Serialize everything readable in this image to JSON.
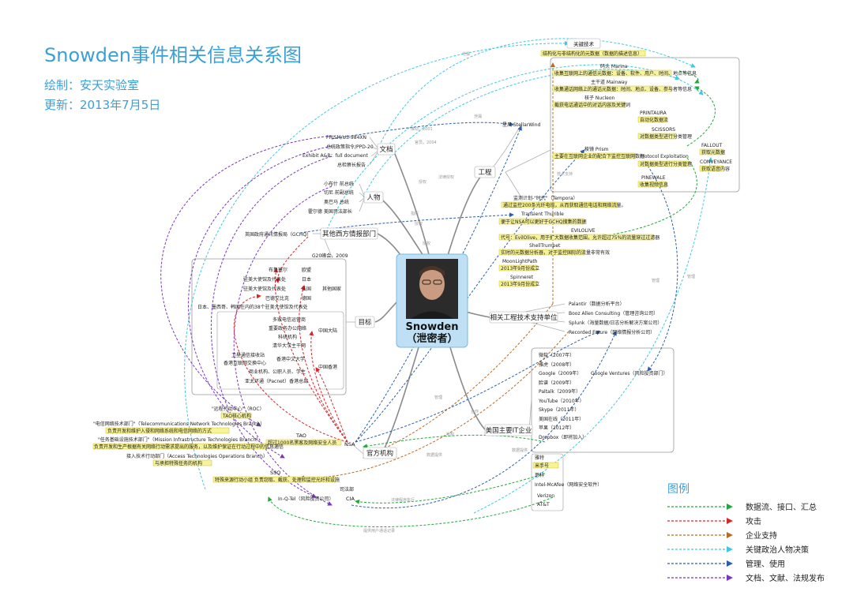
{
  "header": {
    "title": "Snowden事件相关信息关系图",
    "author": "绘制：安天实验室",
    "updated": "更新：2013年7月5日"
  },
  "center": {
    "name": "Snowden",
    "alias": "（泄密者）"
  },
  "categories": {
    "docs": "文档",
    "people": "人物",
    "intel": "其他西方情报部门",
    "targets": "目标",
    "agencies": "官方机构",
    "it": "美国主要IT企业",
    "contractors": "相关工程技术支持单位",
    "projects": "工程"
  },
  "docs": {
    "items": [
      "PRISM/US-984XN",
      "总统政策指令/PPD-20",
      "Exhibit A&B：full document",
      "总检察长报告"
    ]
  },
  "people": {
    "items": [
      "小布什 前总统",
      "切尼 前副总统",
      "奥巴马 总统",
      "霍尔德 美国司法部长"
    ]
  },
  "intel": {
    "gchq": "英国政府通讯情报局（GCHQ）",
    "g20": "G20峰会，2009"
  },
  "targets": {
    "group1": [
      "布鲁塞尔",
      "欧盟",
      "驻美大使馆及代表处",
      "日本",
      "驻美大使馆及代表处",
      "法国",
      "其他国家",
      "巴德艾比克",
      "德国",
      "日本、墨西哥、韩国在内的38个驻美大使馆及代表处"
    ],
    "group2": [
      "多家电信运营商",
      "重要政务办公网络",
      "科研机构",
      "中国大陆",
      "清华大学主干网",
      "卫星通信接收站",
      "香港中文大学",
      "香港互联网交换中心",
      "中国香港",
      "商业机构、公职人员、学生",
      "亚太环通（Pacnet）香港总部"
    ]
  },
  "agencies": {
    "nsa": "NSA",
    "roc": "\"远程行动中心\"（ROC）",
    "roc_note": "TAO核心机构",
    "tnt": "\"电信网络技术部门\"（Telecommunications Network Technologies Branch）",
    "tnt_note": "负责开发和维护入侵和网络系统和电信网络的方式",
    "tao": "TAO",
    "tao_note": "超过1000名黑客及网络安全人员",
    "mit": "\"任务基础设施技术部门\"（Mission Infrastructure Technologies Branch）",
    "mit_note": "负责开发和生产根据有关网络行动需求提出的服务，以及维护保证在行动过程中的信息通信",
    "ato": "接入技术行动部门（Access Technologies Operations Branch）",
    "ato_note": "与承担特殊任务的机构",
    "sso": "SSO",
    "sso_note": "特殊来源行动小组 负责窃取、截获、处理和监控光纤和设施",
    "fbi": "司法部",
    "iqt": "In-Q-Tel（风险投资公司）",
    "cia": "CIA"
  },
  "it": {
    "items": [
      "微软（2007年）",
      "雅虎（2008年）",
      "Google（2009年）",
      "Google Ventures（风险投资部门）",
      "脸谱（2009年）",
      "Paltalk（2009年）",
      "YouTube（2010年）",
      "Skype（2011年）",
      "美国在线（2011年）",
      "苹果（2012年）",
      "Dropbox（即将加入）"
    ],
    "others": [
      "雅特",
      "米手号",
      "思科",
      "Intel-McAfee（网络安全软件）",
      "Verizon",
      "AT&T"
    ]
  },
  "contractors": {
    "items": [
      "Palantir（数据分析平台）",
      "Booz Allen Consulting（管理咨询公司）",
      "Splunk（海量数据/日志分析解决方案公司）",
      "Recorded Future（网络情报分析公司）"
    ]
  },
  "projects": {
    "key_tech": "关键技术",
    "key_tech_note": "结构化与非结构化的元数据（数据的描述信息）",
    "marina": "码头 Marina",
    "marina_note": "收集互联网上的通信元数据：设备、软件、用户、时间、地点等信息",
    "mainway": "主干道 Mainway",
    "mainway_note": "收集通话网络上的通话元数据：时间、地点、设备、参与者等信息",
    "nucleon": "核子 Nucleon",
    "nucleon_note": "截获电话通话中的对话内容及关键词",
    "stellarwind": "星风 StellarWind",
    "prism": "棱镜 Prism",
    "prism_note": "主要在互联网企业的配合下监控互联网数据",
    "printaura": "PRINTAURA",
    "printaura_note": "自动化数据流",
    "scissors": "SCISSORS",
    "scissors_note": "对数据类型进行分类管理",
    "protocol": "Protocol Exploitation",
    "protocol_note": "对数据类型进行分类管理",
    "fallout": "FALLOUT",
    "fallout_note": "获取元数据",
    "conveyance": "CONVEYANCE",
    "conveyance_note": "获取语音内容",
    "pinewale": "PINEWALE",
    "pinewale_note": "收集视频信息",
    "tempora": "监测计划-\"时代\"（Tempora）",
    "tempora_note": "通过监控200条光纤电缆，从而获取通信电话和网络流量。",
    "turbine": "Transient Thurible",
    "turbine_note": "便于让NSA可以更好于GCHQ搜集的数据",
    "evilolive": "EVILOLIVE",
    "evilolive_note": "代号：EvilOlive，用于扩大数据收集范围，允许超过75%的流量穿过过滤器",
    "shelltrumpet": "ShellTrumpet",
    "shelltrumpet_note": "实时的元数据分析器，对于监控国际的流量非常有效",
    "moonlightpath": "MoonLightPath",
    "moonlightpath_note": "2013年9月份成立",
    "spinneret": "Spinneret",
    "spinneret_note": "2013年9月份成立",
    "works": "工程"
  },
  "edge_labels": [
    "泄漏",
    "授权",
    "推动，2001",
    "官员，2004",
    "法律授权",
    "指挥",
    "授权",
    "授权",
    "合作",
    "管理",
    "授权",
    "技术支持",
    "管理",
    "管理",
    "泄漏",
    "法律程序执行",
    "数据提供",
    "数据提供",
    "提供用户通话记录"
  ],
  "legend": {
    "title": "图例",
    "items": [
      {
        "label": "数据流、接口、汇总",
        "color": "#22a83a"
      },
      {
        "label": "攻击",
        "color": "#d8262a"
      },
      {
        "label": "企业支持",
        "color": "#b86b28"
      },
      {
        "label": "关键政治人物决策",
        "color": "#40c8e0"
      },
      {
        "label": "管理、使用",
        "color": "#2a5fae"
      },
      {
        "label": "文档、文献、法规发布",
        "color": "#7a36c2"
      }
    ]
  }
}
